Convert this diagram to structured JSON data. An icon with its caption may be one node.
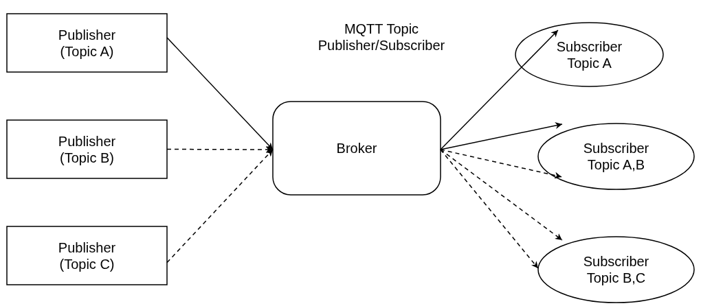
{
  "diagram": {
    "title": "MQTT Topic Publisher/Subscriber",
    "nodes": [
      {
        "text": [
          "Publisher (Topic A)"
        ]
      },
      {
        "text": [
          "Publisher (Topic B)"
        ]
      },
      {
        "text": [
          "Publisher (Topic C)"
        ]
      },
      {
        "text": [
          "Broker"
        ]
      },
      {
        "text": [
          "Subscriber Topic A"
        ]
      },
      {
        "text": [
          "Subscriber Topic A,B"
        ]
      },
      {
        "text": [
          "Subscriber Topic B,C"
        ]
      }
    ],
    "edges": [
      {
        "from": 0,
        "to": 3,
        "arrow": "to"
      },
      {
        "from": 1,
        "to": 3,
        "arrow": "to",
        "style": "dashed"
      },
      {
        "from": 2,
        "to": 3,
        "arrow": "to",
        "style": "dashed"
      },
      {
        "from": 3,
        "to": 4,
        "arrow": "to"
      },
      {
        "from": 3,
        "to": 5,
        "arrow": "to"
      },
      {
        "from": 3,
        "to": 5,
        "arrow": "to",
        "style": "dashed"
      },
      {
        "from": 3,
        "to": 6,
        "arrow": "to",
        "style": "dashed"
      },
      {
        "from": 3,
        "to": 6,
        "arrow": "to",
        "style": "dashed"
      }
    ]
  }
}
